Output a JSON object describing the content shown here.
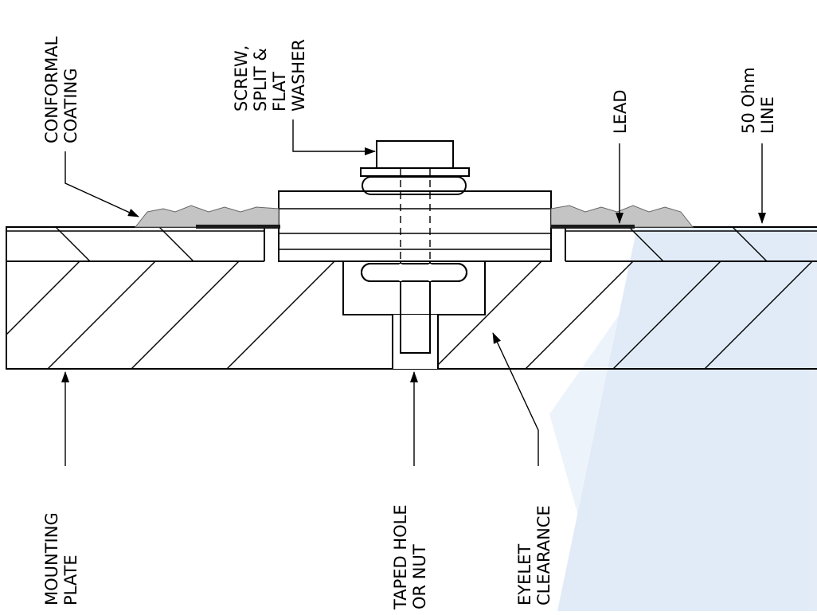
{
  "colors": {
    "line": "#000000",
    "coating": "#c4c4c4",
    "lead": "#1a1a1a",
    "watermark": "#1565c0"
  },
  "labels": {
    "conformal_coating": [
      "CONFORMAL",
      "COATING"
    ],
    "screw": [
      "SCREW,",
      "SPLIT &",
      "FLAT",
      "WASHER"
    ],
    "lead": [
      "LEAD"
    ],
    "line_50_ohm": [
      "50 Ohm",
      "LINE"
    ],
    "mounting_plate": [
      "MOUNTING",
      "PLATE"
    ],
    "taped_hole": [
      "TAPED HOLE",
      "OR NUT"
    ],
    "eyelet_clearance": [
      "EYELET",
      "CLEARANCE"
    ]
  },
  "watermark": {
    "description": "faint blue logo watermark"
  }
}
